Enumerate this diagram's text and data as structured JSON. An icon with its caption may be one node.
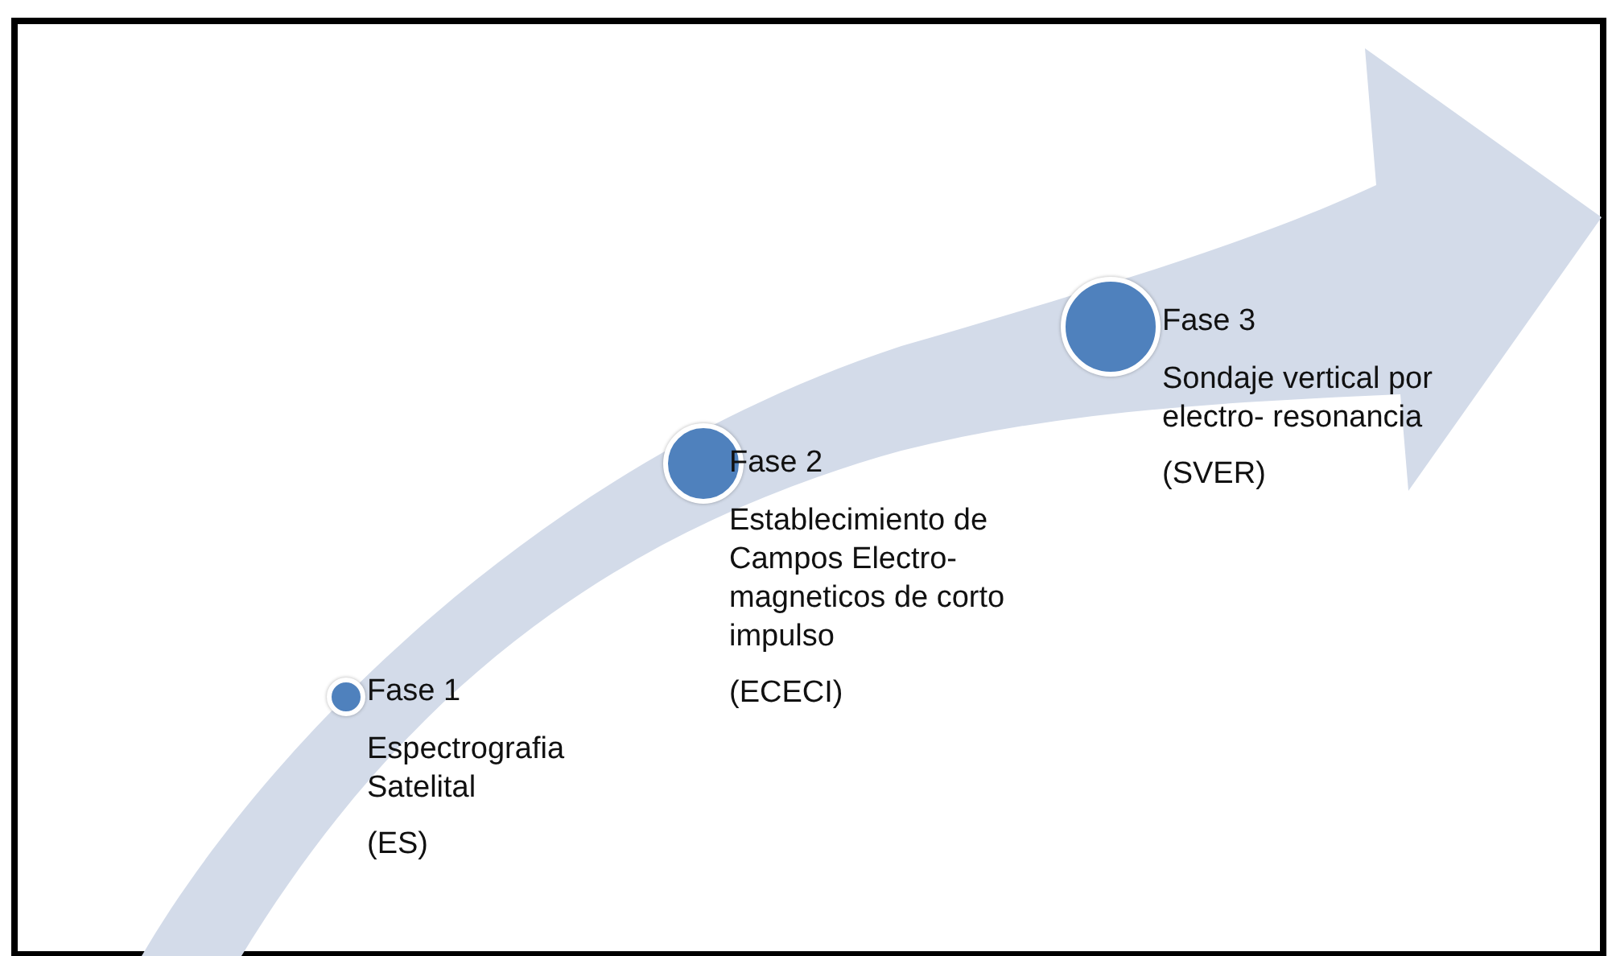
{
  "diagram": {
    "nodes": [
      {
        "text": [
          "Fase 1",
          "Espectrografia Satelital",
          "(ES)"
        ]
      },
      {
        "text": [
          "Fase 2",
          "Establecimiento de Campos Electro- magneticos de corto impulso",
          "(ECECI)"
        ]
      },
      {
        "text": [
          "Fase 3",
          "Sondaje vertical por electro- resonancia",
          "(SVER)"
        ]
      }
    ]
  }
}
